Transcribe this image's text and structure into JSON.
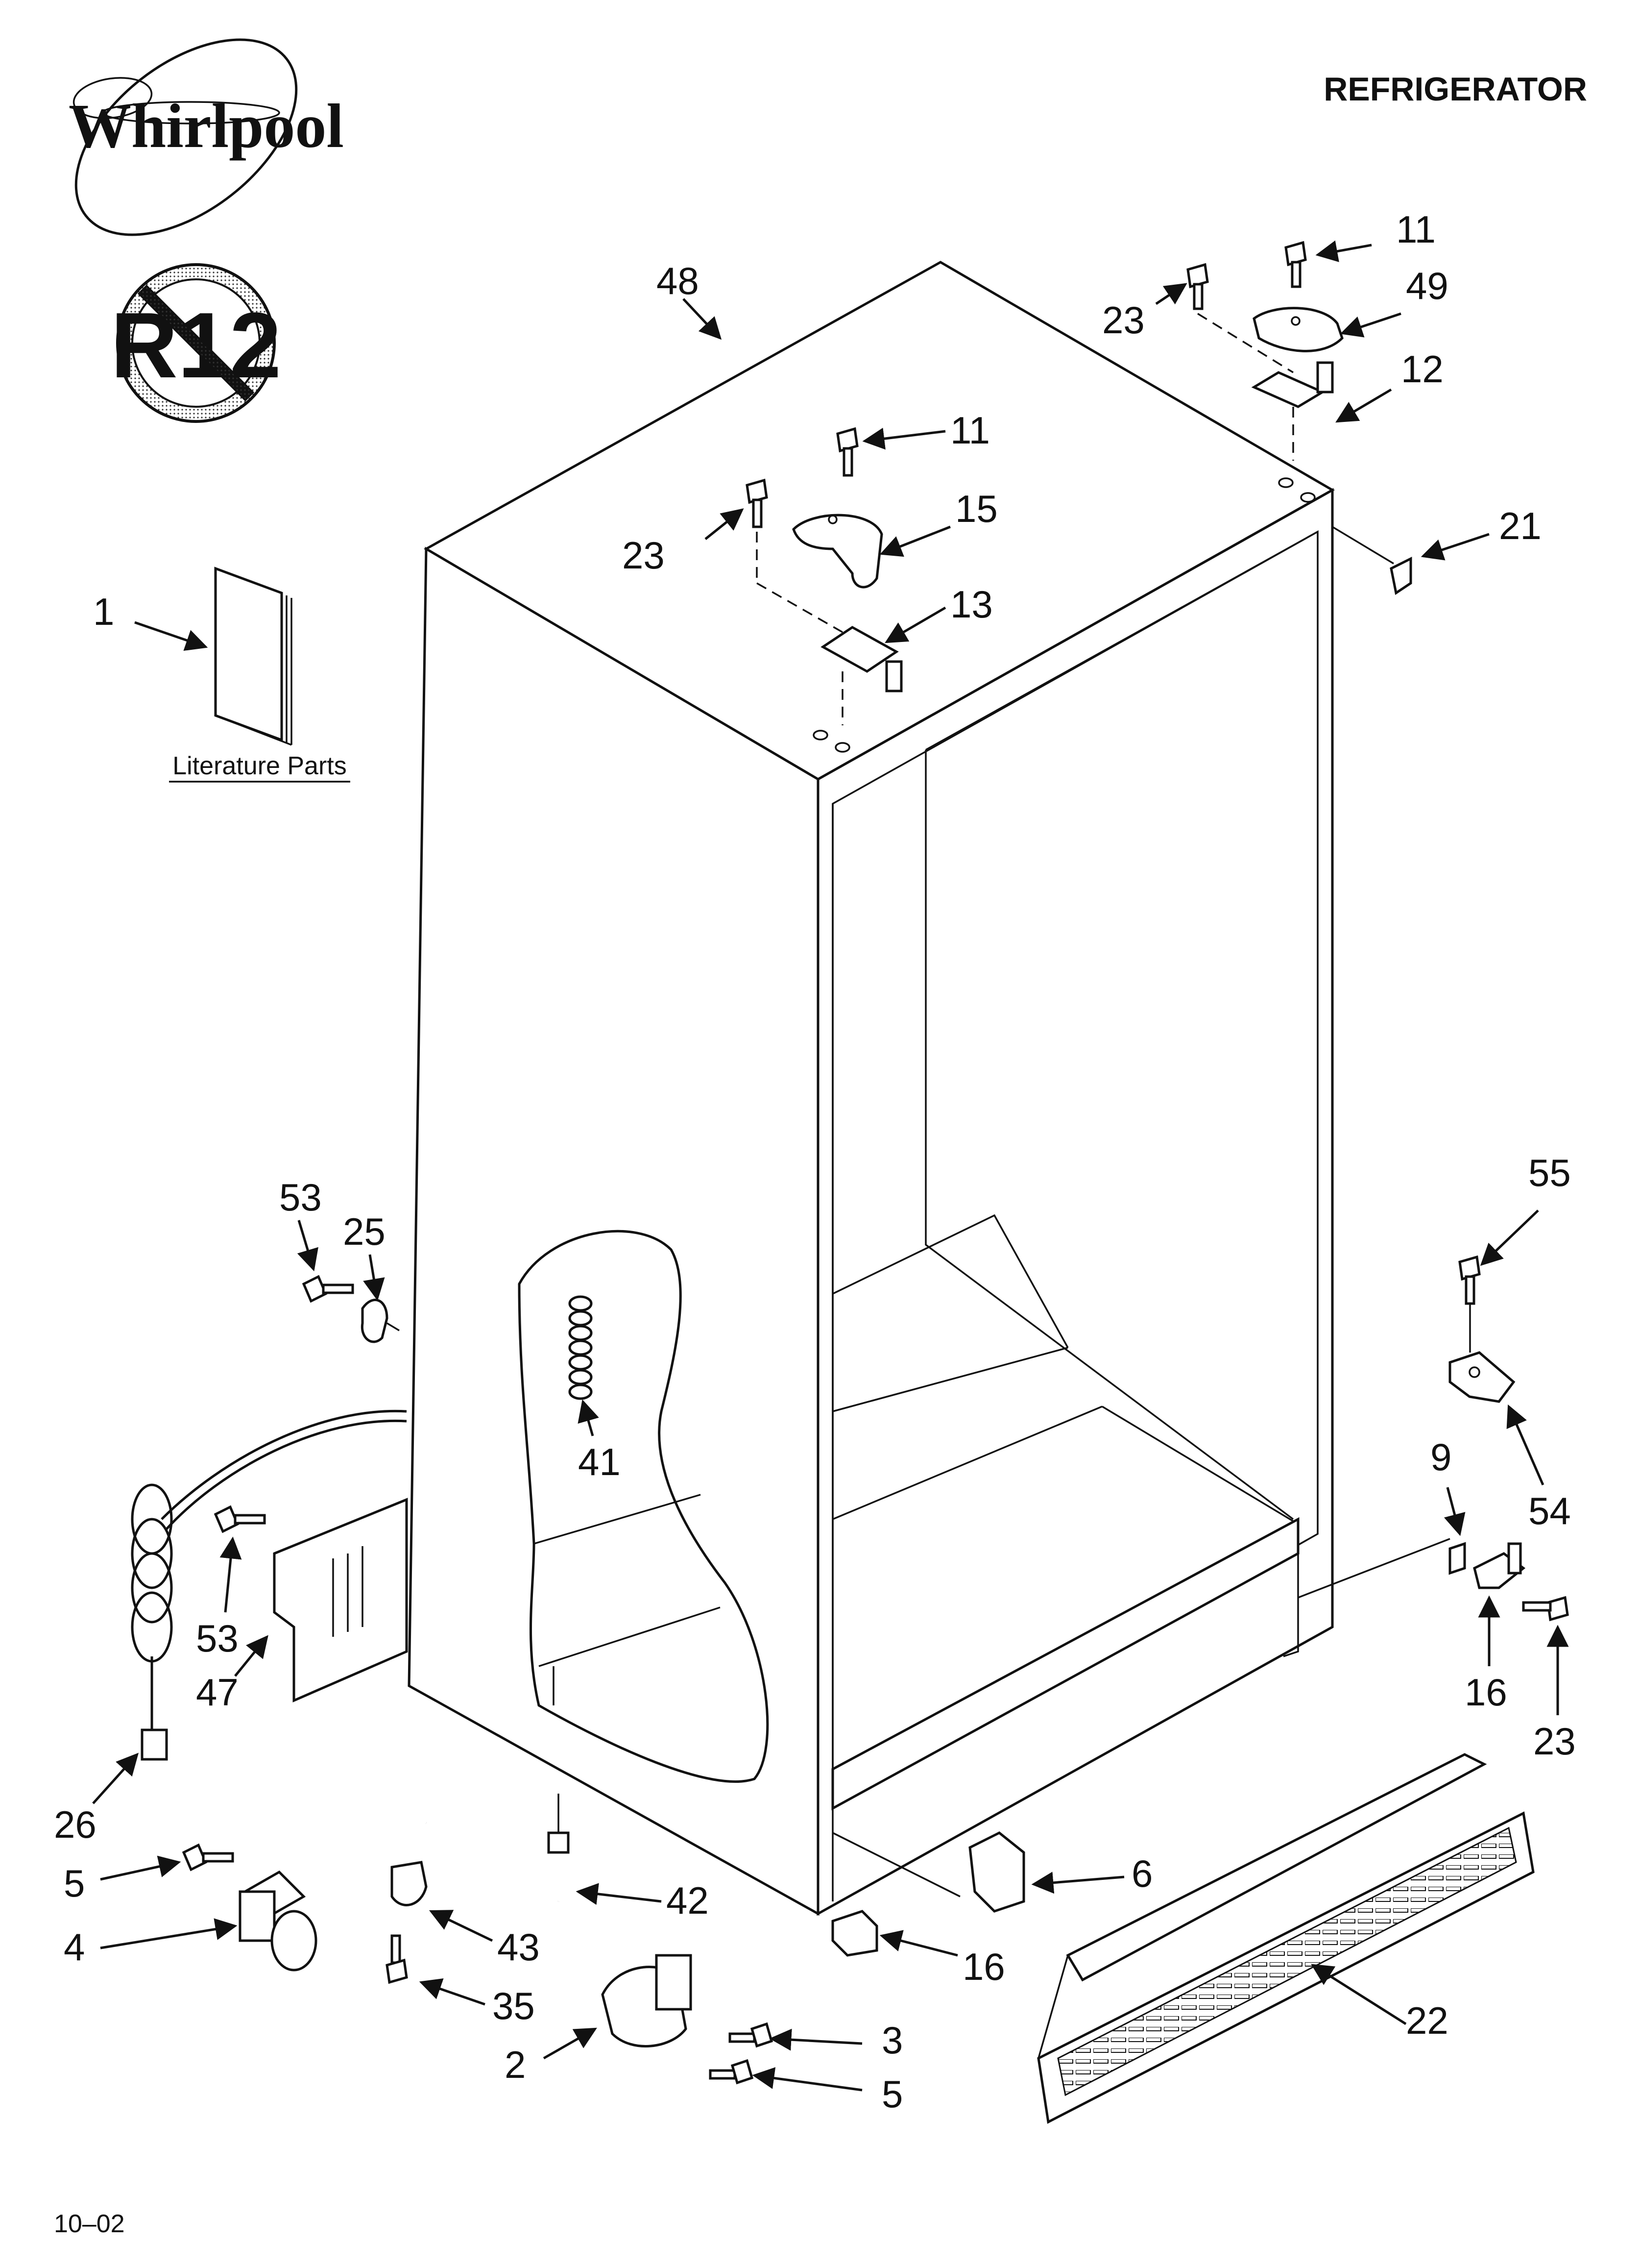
{
  "header": {
    "brand": "Whirlpool",
    "title": "REFRIGERATOR"
  },
  "badge": {
    "text": "R12"
  },
  "literature": {
    "caption": "Literature Parts"
  },
  "footer": {
    "code": "10–02"
  },
  "callouts": [
    {
      "id": "48",
      "text": "48"
    },
    {
      "id": "11a",
      "text": "11"
    },
    {
      "id": "23a",
      "text": "23"
    },
    {
      "id": "49",
      "text": "49"
    },
    {
      "id": "12",
      "text": "12"
    },
    {
      "id": "11b",
      "text": "11"
    },
    {
      "id": "15",
      "text": "15"
    },
    {
      "id": "23b",
      "text": "23"
    },
    {
      "id": "13",
      "text": "13"
    },
    {
      "id": "21",
      "text": "21"
    },
    {
      "id": "1",
      "text": "1"
    },
    {
      "id": "53a",
      "text": "53"
    },
    {
      "id": "25",
      "text": "25"
    },
    {
      "id": "41",
      "text": "41"
    },
    {
      "id": "55",
      "text": "55"
    },
    {
      "id": "54",
      "text": "54"
    },
    {
      "id": "9",
      "text": "9"
    },
    {
      "id": "16a",
      "text": "16"
    },
    {
      "id": "23c",
      "text": "23"
    },
    {
      "id": "53b",
      "text": "53"
    },
    {
      "id": "47",
      "text": "47"
    },
    {
      "id": "26",
      "text": "26"
    },
    {
      "id": "5a",
      "text": "5"
    },
    {
      "id": "4",
      "text": "4"
    },
    {
      "id": "42",
      "text": "42"
    },
    {
      "id": "43",
      "text": "43"
    },
    {
      "id": "35",
      "text": "35"
    },
    {
      "id": "6",
      "text": "6"
    },
    {
      "id": "16b",
      "text": "16"
    },
    {
      "id": "2",
      "text": "2"
    },
    {
      "id": "3",
      "text": "3"
    },
    {
      "id": "5b",
      "text": "5"
    },
    {
      "id": "22",
      "text": "22"
    }
  ]
}
